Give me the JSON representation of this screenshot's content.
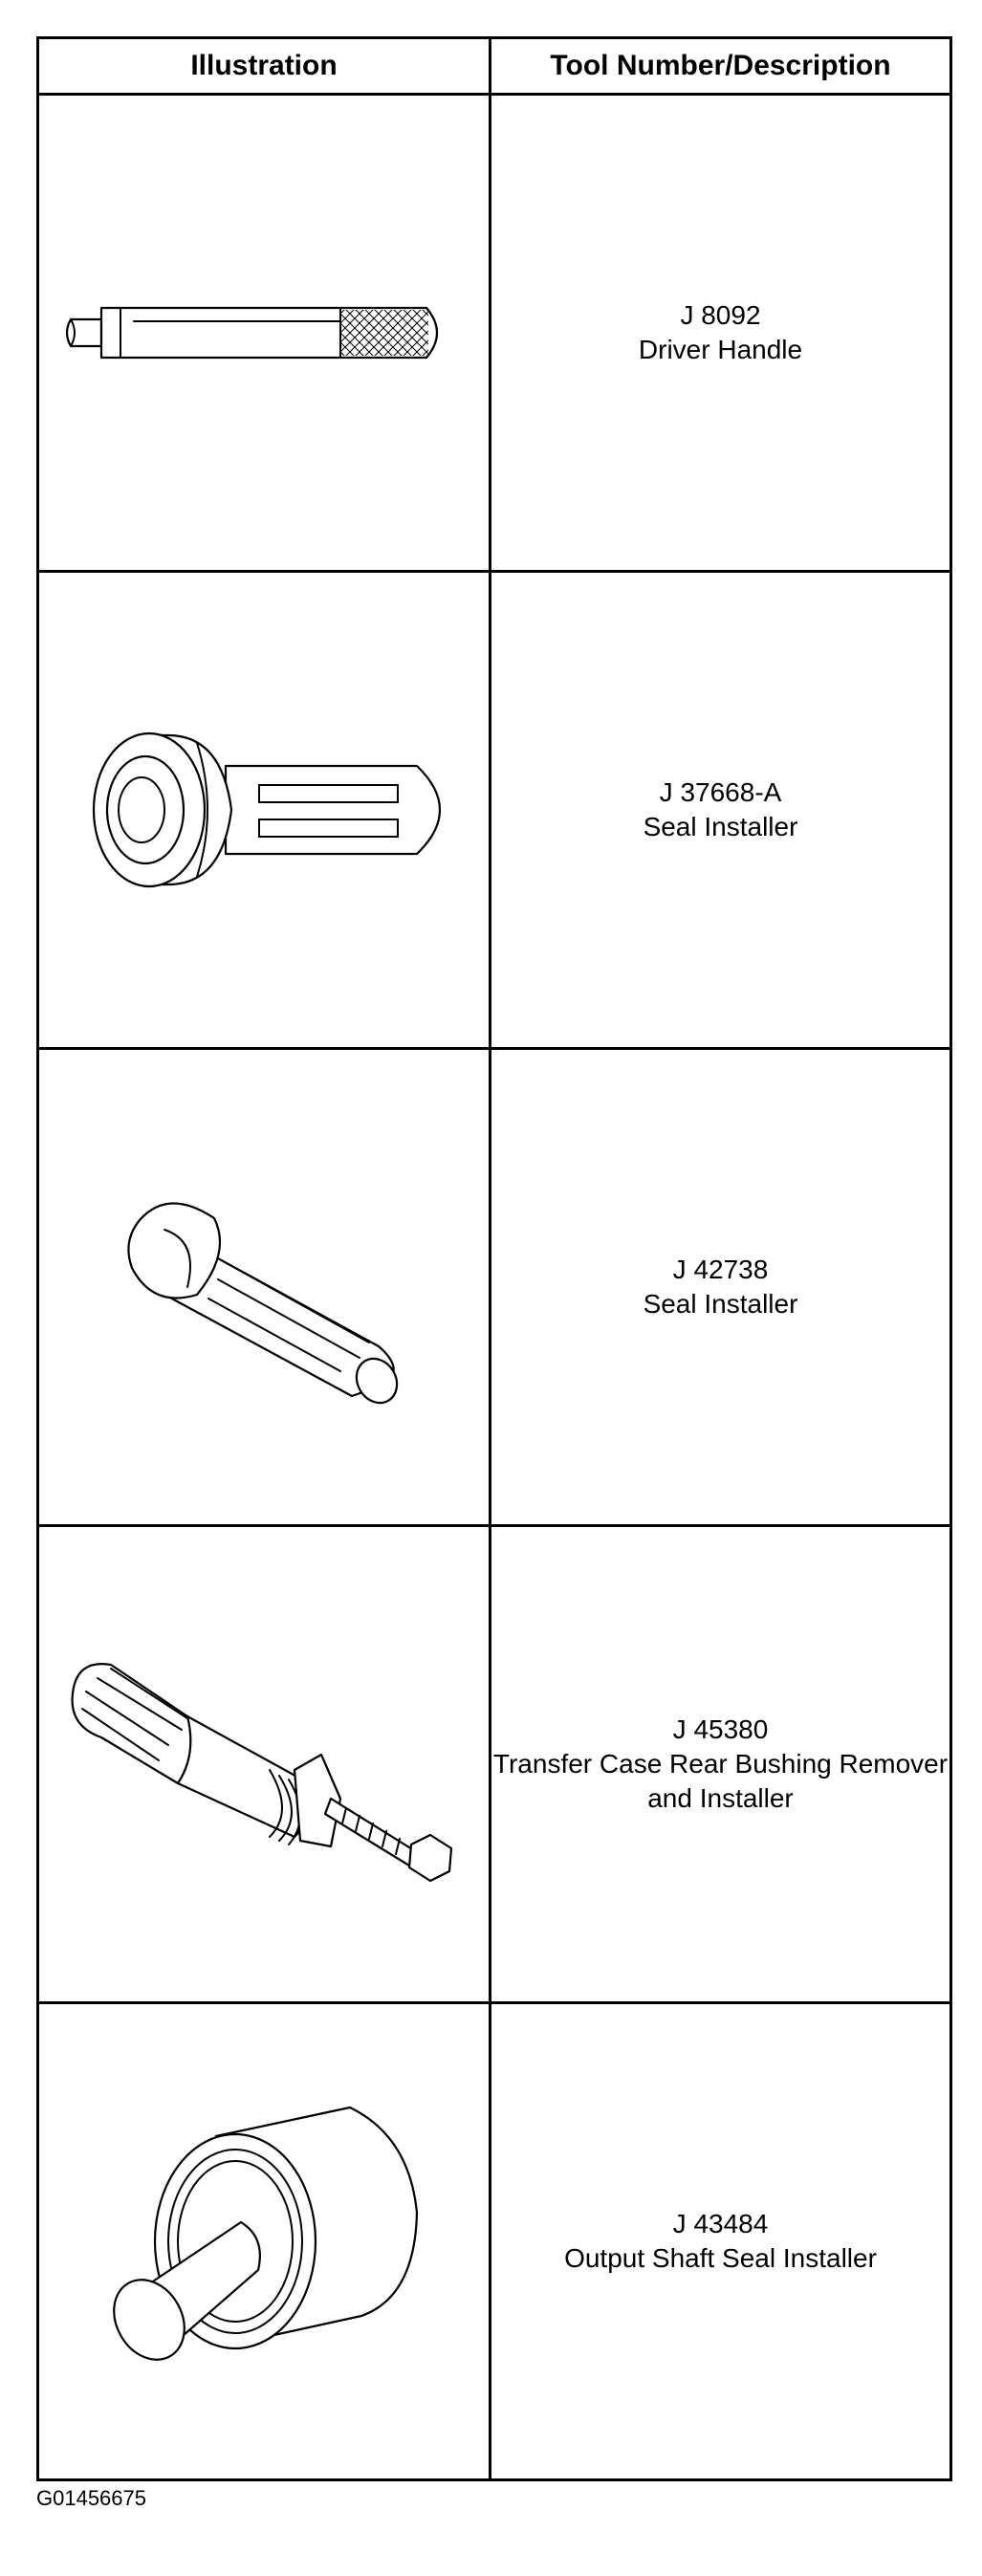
{
  "table": {
    "headers": [
      "Illustration",
      "Tool Number/Description"
    ],
    "rows": [
      {
        "number": "J 8092",
        "description": "Driver Handle",
        "icon": "driver-handle-icon"
      },
      {
        "number": "J 37668-A",
        "description": "Seal Installer",
        "icon": "seal-installer-icon"
      },
      {
        "number": "J 42738",
        "description": "Seal Installer",
        "icon": "seal-installer-icon"
      },
      {
        "number": "J 45380",
        "description": "Transfer Case Rear Bushing Remover and Installer",
        "icon": "bushing-remover-installer-icon"
      },
      {
        "number": "J 43484",
        "description": "Output Shaft Seal Installer",
        "icon": "output-shaft-seal-installer-icon"
      }
    ]
  },
  "footer": {
    "figure_id": "G01456675"
  }
}
